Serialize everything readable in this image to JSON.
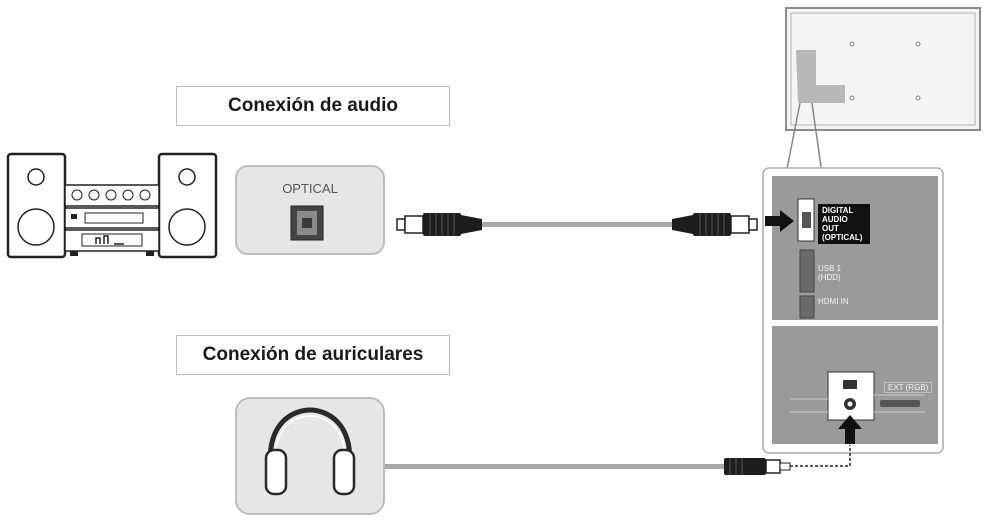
{
  "labels": {
    "audio_connection": "Conexión de audio",
    "headphones_connection": "Conexión de auriculares",
    "optical_port": "OPTICAL"
  },
  "tv_panel": {
    "digital_audio_out": "DIGITAL AUDIO OUT (OPTICAL)",
    "usb": "USB 1 (HDD)",
    "hdmi_in": "HDMI IN",
    "ext_rgb": "EXT (RGB)"
  },
  "icons": [
    "stereo-system-icon",
    "optical-port-icon",
    "optical-cable-icon",
    "headphones-icon",
    "audio-jack-icon",
    "tv-back-icon",
    "arrow-icon"
  ],
  "colors": {
    "panel_gray": "#9a9a9a",
    "cable_gray": "#a8a8a8",
    "device_box": "#e6e6e6",
    "dark": "#1a1a1a"
  }
}
